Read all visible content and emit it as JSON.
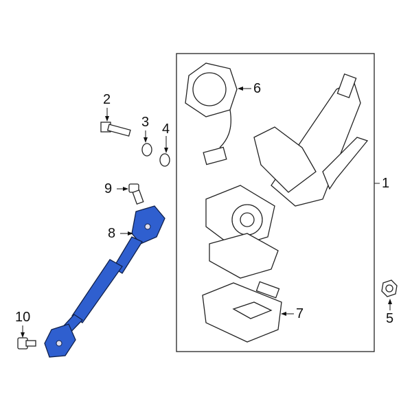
{
  "callouts": {
    "c1": "1",
    "c2": "2",
    "c3": "3",
    "c4": "4",
    "c5": "5",
    "c6": "6",
    "c7": "7",
    "c8": "8",
    "c9": "9",
    "c10": "10"
  },
  "colors": {
    "highlight": "#2f5fcf",
    "line": "#222222"
  },
  "highlighted_part": "8"
}
